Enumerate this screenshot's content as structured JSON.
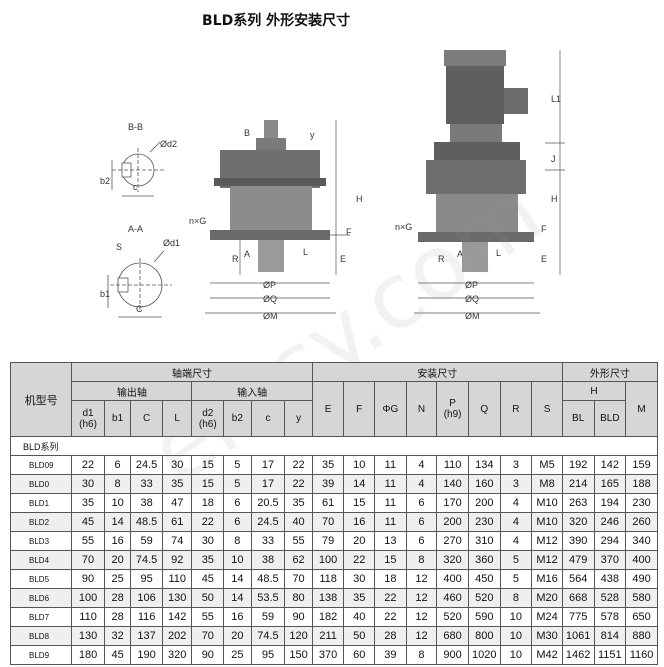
{
  "title": "BLD系列 外形安装尺寸",
  "drawing_labels": {
    "section_bb": "B-B",
    "section_aa": "A-A",
    "d2": "Ød2",
    "d1": "Ød1",
    "b2": "b2",
    "b1": "b1",
    "c_small": "c",
    "C_big": "C",
    "S": "S",
    "B": "B",
    "A": "A",
    "y": "y",
    "H": "H",
    "F": "F",
    "E": "E",
    "R": "R",
    "L": "L",
    "J": "J",
    "L1": "L1",
    "nG": "n×G",
    "P": "ØP",
    "Q": "ØQ",
    "M": "ØM"
  },
  "table": {
    "h_model": "机型号",
    "h_shaft": "轴端尺寸",
    "h_install": "安装尺寸",
    "h_outline": "外形尺寸",
    "h_output": "输出轴",
    "h_input": "输入轴",
    "h_H": "H",
    "cols": {
      "d1": "d1",
      "d1b": "(h6)",
      "b1": "b1",
      "C": "C",
      "L": "L",
      "d2": "d2",
      "d2b": "(h6)",
      "b2": "b2",
      "c": "c",
      "y": "y",
      "E": "E",
      "F": "F",
      "G": "ΦG",
      "N": "N",
      "P": "P",
      "Pb": "(h9)",
      "Q": "Q",
      "R": "R",
      "S": "S",
      "BL": "BL",
      "BLD": "BLD",
      "M": "M"
    },
    "series_label": "BLD系列",
    "rows": [
      [
        "BLD09",
        "22",
        "6",
        "24.5",
        "30",
        "15",
        "5",
        "17",
        "22",
        "35",
        "10",
        "11",
        "4",
        "110",
        "134",
        "3",
        "M5",
        "192",
        "142",
        "159"
      ],
      [
        "BLD0",
        "30",
        "8",
        "33",
        "35",
        "15",
        "5",
        "17",
        "22",
        "39",
        "14",
        "11",
        "4",
        "140",
        "160",
        "3",
        "M8",
        "214",
        "165",
        "188"
      ],
      [
        "BLD1",
        "35",
        "10",
        "38",
        "47",
        "18",
        "6",
        "20.5",
        "35",
        "61",
        "15",
        "11",
        "6",
        "170",
        "200",
        "4",
        "M10",
        "263",
        "194",
        "230"
      ],
      [
        "BLD2",
        "45",
        "14",
        "48.5",
        "61",
        "22",
        "6",
        "24.5",
        "40",
        "70",
        "16",
        "11",
        "6",
        "200",
        "230",
        "4",
        "M10",
        "320",
        "246",
        "260"
      ],
      [
        "BLD3",
        "55",
        "16",
        "59",
        "74",
        "30",
        "8",
        "33",
        "55",
        "79",
        "20",
        "13",
        "6",
        "270",
        "310",
        "4",
        "M12",
        "390",
        "294",
        "340"
      ],
      [
        "BLD4",
        "70",
        "20",
        "74.5",
        "92",
        "35",
        "10",
        "38",
        "62",
        "100",
        "22",
        "15",
        "8",
        "320",
        "360",
        "5",
        "M12",
        "479",
        "370",
        "400"
      ],
      [
        "BLD5",
        "90",
        "25",
        "95",
        "110",
        "45",
        "14",
        "48.5",
        "70",
        "118",
        "30",
        "18",
        "12",
        "400",
        "450",
        "5",
        "M16",
        "564",
        "438",
        "490"
      ],
      [
        "BLD6",
        "100",
        "28",
        "106",
        "130",
        "50",
        "14",
        "53.5",
        "80",
        "138",
        "35",
        "22",
        "12",
        "460",
        "520",
        "8",
        "M20",
        "668",
        "528",
        "580"
      ],
      [
        "BLD7",
        "110",
        "28",
        "116",
        "142",
        "55",
        "16",
        "59",
        "90",
        "182",
        "40",
        "22",
        "12",
        "520",
        "590",
        "10",
        "M24",
        "775",
        "578",
        "650"
      ],
      [
        "BLD8",
        "130",
        "32",
        "137",
        "202",
        "70",
        "20",
        "74.5",
        "120",
        "211",
        "50",
        "28",
        "12",
        "680",
        "800",
        "10",
        "M30",
        "1061",
        "814",
        "880"
      ],
      [
        "BLD9",
        "180",
        "45",
        "190",
        "320",
        "90",
        "25",
        "95",
        "150",
        "370",
        "60",
        "39",
        "8",
        "900",
        "1020",
        "10",
        "M42",
        "1462",
        "1151",
        "1160"
      ]
    ]
  }
}
